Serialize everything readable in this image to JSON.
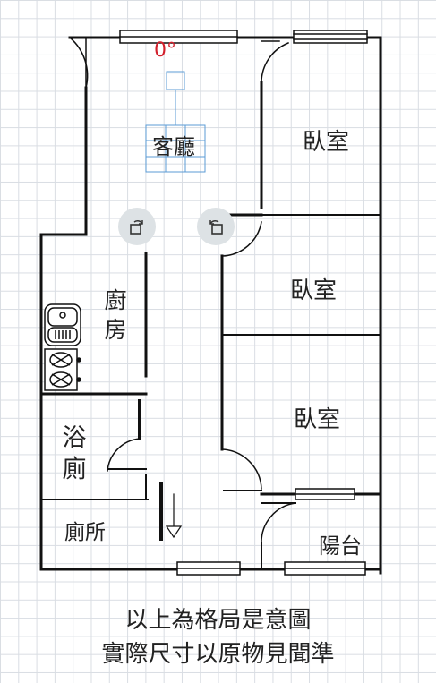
{
  "rotation": {
    "text": "0°",
    "color": "#d21f2b"
  },
  "rooms": {
    "living": "客廳",
    "bedroom_1": "臥室",
    "bedroom_2": "臥室",
    "bedroom_3": "臥室",
    "kitchen": "廚房",
    "bath": "浴廁",
    "toilet": "廁所",
    "balcony": "陽台"
  },
  "controls": {
    "rotate_left": "rotate-ccw-icon",
    "rotate_right": "rotate-cw-icon"
  },
  "note": {
    "line1": "以上為格局是意圖",
    "line2": "實際尺寸以原物見聞準"
  },
  "colors": {
    "wall": "#111111",
    "selection": "#5b9bd5",
    "accent": "#d21f2b"
  }
}
